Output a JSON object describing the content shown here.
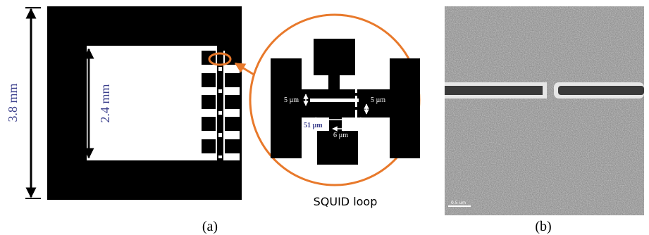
{
  "panel_a": {
    "outer_dimension": "3.8 mm",
    "inner_dimension": "2.4 mm",
    "callout": {
      "title": "SQUID loop",
      "label_5um_left": "5 µm",
      "label_5um_right": "5 µm",
      "label_51um": "51 µm",
      "label_6um": "6 µm"
    },
    "caption": "(a)"
  },
  "panel_b": {
    "scale_bar_label": "0.5 um",
    "caption": "(b)"
  },
  "colors": {
    "metal": "#000000",
    "dimension_text": "#3b3f8c",
    "highlight": "#e8792b",
    "sem_bright": "#e6e6e6",
    "sem_dark": "#3a3a3a"
  }
}
